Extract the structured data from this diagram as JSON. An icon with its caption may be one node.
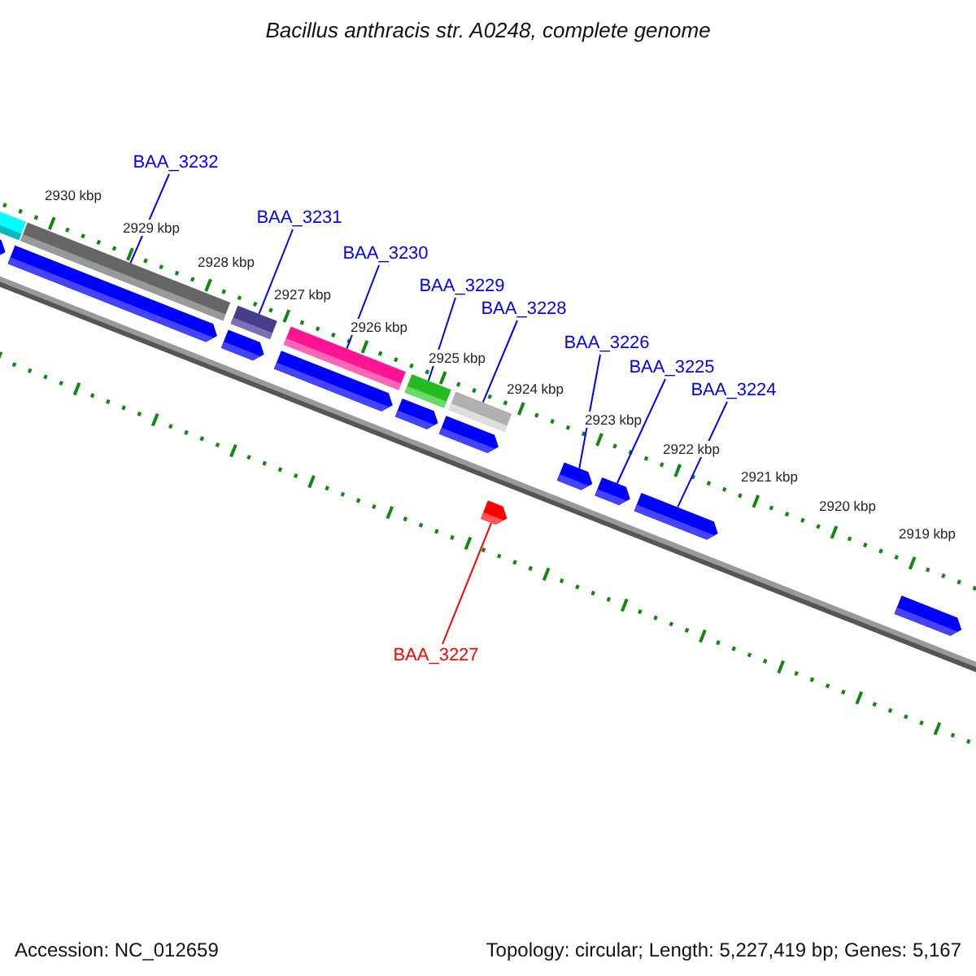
{
  "diagram": {
    "title": "Bacillus anthracis str. A0248, complete genome",
    "nodes": [
      {
        "text": [
          "BAA_3232"
        ]
      },
      {
        "text": [
          "BAA_3231"
        ]
      },
      {
        "text": [
          "BAA_3230"
        ]
      },
      {
        "text": [
          "BAA_3229"
        ]
      },
      {
        "text": [
          "BAA_3228"
        ]
      },
      {
        "text": [
          "BAA_3226"
        ]
      },
      {
        "text": [
          "BAA_3225"
        ]
      },
      {
        "text": [
          "BAA_3224"
        ]
      },
      {
        "text": [
          "BAA_3227"
        ]
      },
      {
        "text": [],
        "shape": "bar"
      },
      {
        "text": [],
        "shape": "bar"
      },
      {
        "text": [],
        "shape": "bar"
      },
      {
        "text": [],
        "shape": "bar"
      },
      {
        "text": [],
        "shape": "bar"
      },
      {
        "text": [],
        "shape": "bar"
      },
      {
        "text": [],
        "shape": "pentagon"
      },
      {
        "text": [],
        "shape": "pentagon"
      },
      {
        "text": [],
        "shape": "pentagon"
      },
      {
        "text": [],
        "shape": "pentagon"
      },
      {
        "text": [],
        "shape": "pentagon"
      },
      {
        "text": [],
        "shape": "pentagon"
      },
      {
        "text": [],
        "shape": "pentagon"
      },
      {
        "text": [],
        "shape": "pentagon"
      },
      {
        "text": [],
        "shape": "pentagon"
      },
      {
        "text": [],
        "shape": "pentagon"
      },
      {
        "text": [],
        "shape": "pentagon"
      }
    ],
    "edges": [
      {
        "from": 0,
        "to": 10,
        "arrow": "none"
      },
      {
        "from": 1,
        "to": 11,
        "arrow": "none"
      },
      {
        "from": 2,
        "to": 12,
        "arrow": "none"
      },
      {
        "from": 3,
        "to": 13,
        "arrow": "none"
      },
      {
        "from": 4,
        "to": 14,
        "arrow": "none"
      },
      {
        "from": 5,
        "to": 21,
        "arrow": "none"
      },
      {
        "from": 6,
        "to": 22,
        "arrow": "none"
      },
      {
        "from": 7,
        "to": 23,
        "arrow": "none"
      },
      {
        "from": 8,
        "to": 25,
        "arrow": "none",
        "color": "#ff0000"
      }
    ],
    "labels": [
      "2930 kbp",
      "2929 kbp",
      "2928 kbp",
      "2927 kbp",
      "2926 kbp",
      "2925 kbp",
      "2924 kbp",
      "2923 kbp",
      "2922 kbp",
      "2921 kbp",
      "2920 kbp",
      "2919 kbp",
      "Accession: NC_012659",
      "Topology: circular; Length: 5,227,419 bp; Genes: 5,167"
    ]
  }
}
